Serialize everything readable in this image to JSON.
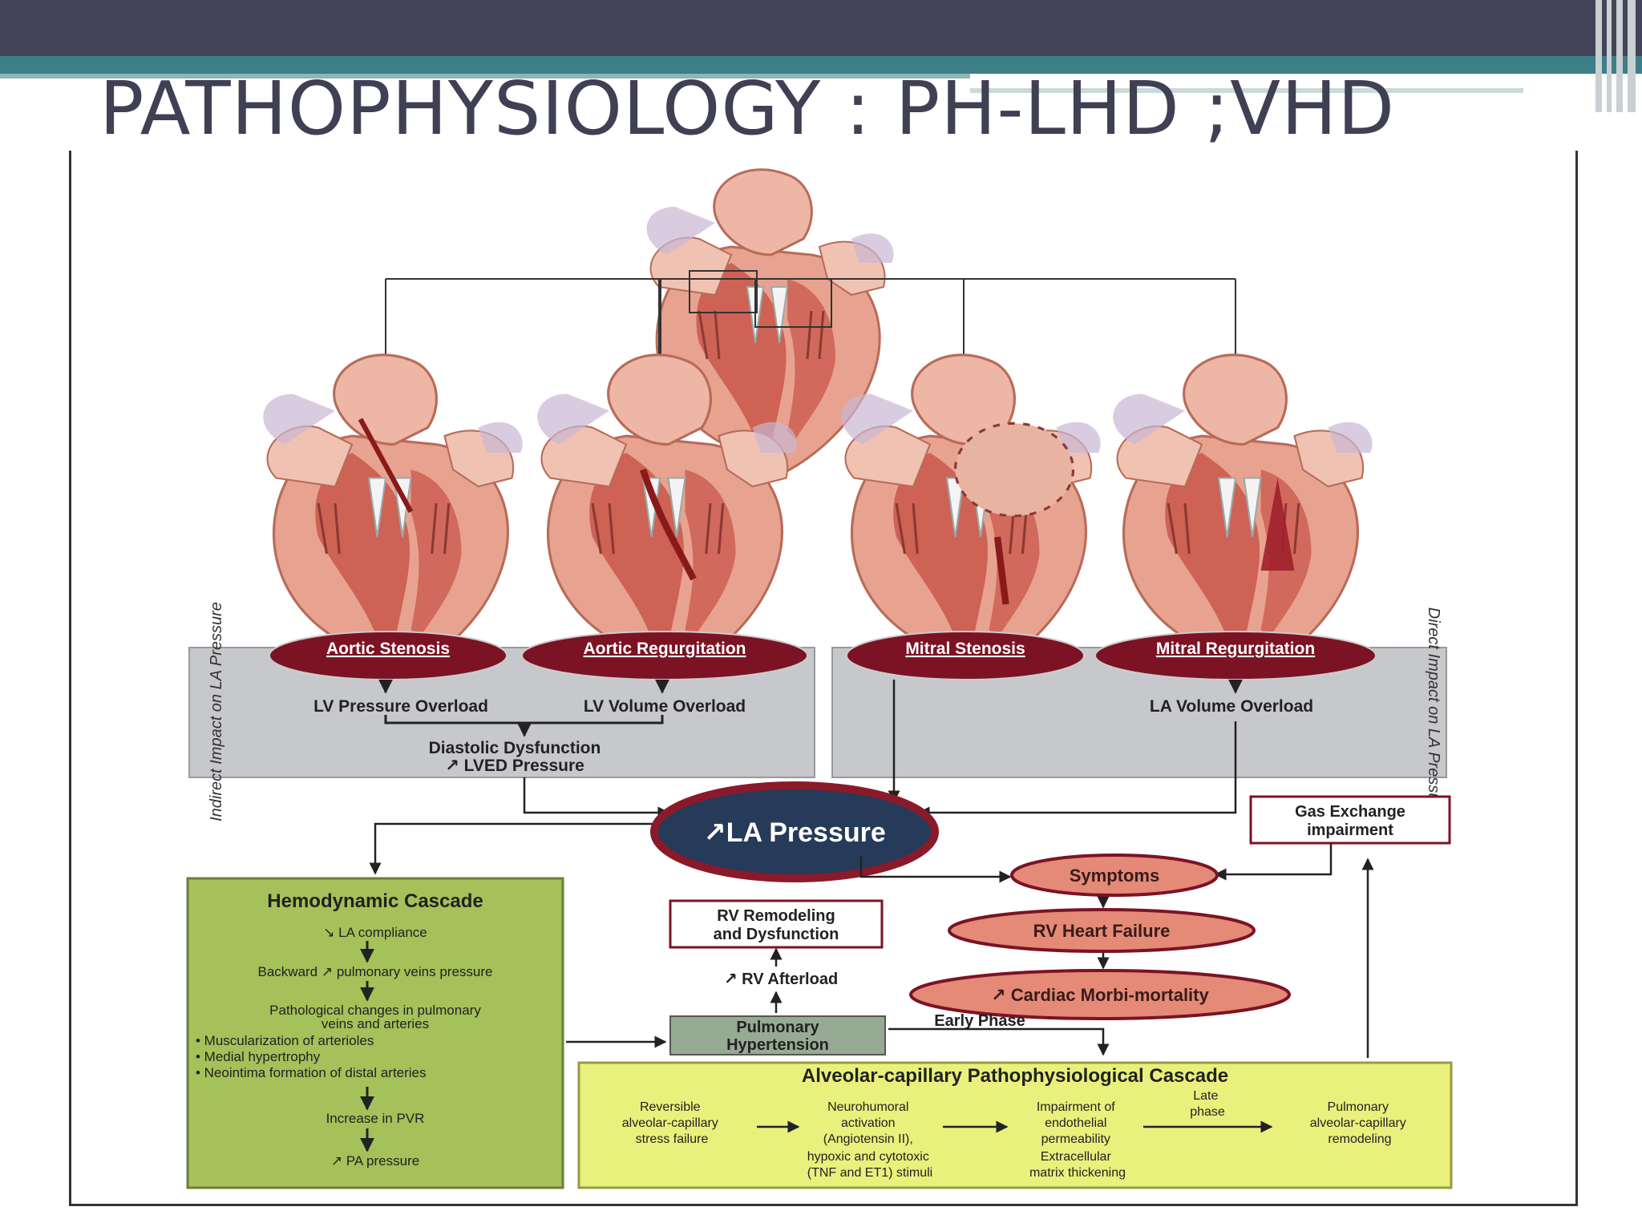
{
  "slide": {
    "title": "PATHOPHYSIOLOGY : PH-LHD ;VHD"
  },
  "colors": {
    "top_bar": "#444458",
    "teal_bar": "#3d7f86",
    "oval_dark_red": "#7b1324",
    "la_pressure_navy": "#263a5a",
    "salmon": "#e48a77",
    "green_box": "#a4c15a",
    "yellow_box": "#eaf07c",
    "gray_panel": "#c7c8cc"
  },
  "diagram": {
    "valves": {
      "aortic_stenosis": "Aortic Stenosis",
      "aortic_regurgitation": "Aortic Regurgitation",
      "mitral_stenosis": "Mitral Stenosis",
      "mitral_regurgitation": "Mitral Regurgitation"
    },
    "side_labels": {
      "indirect": "Indirect Impact on LA Pressure",
      "direct": "Direct Impact on LA Pressure"
    },
    "overload": {
      "lv_pressure": "LV Pressure Overload",
      "lv_volume": "LV Volume Overload",
      "la_volume": "LA Volume Overload"
    },
    "diastolic": {
      "line1": "Diastolic Dysfunction",
      "line2": "↗ LVED Pressure"
    },
    "la_pressure": "↗LA Pressure",
    "gas_exchange": {
      "line1": "Gas Exchange",
      "line2": "impairment"
    },
    "symptoms": "Symptoms",
    "rv_heart_failure": "RV Heart Failure",
    "cardiac_morbi": "↗ Cardiac Morbi-mortality",
    "rv_remodeling": {
      "line1": "RV Remodeling",
      "line2": "and Dysfunction"
    },
    "rv_afterload": "↗ RV Afterload",
    "pulmonary_hypertension": {
      "line1": "Pulmonary",
      "line2": "Hypertension"
    },
    "early_phase": "Early Phase",
    "hemodynamic": {
      "title": "Hemodynamic Cascade",
      "la_compliance": "↘ LA compliance",
      "backward": "Backward ↗ pulmonary veins pressure",
      "pathological_line1": "Pathological changes in pulmonary",
      "pathological_line2": "veins and arteries",
      "bullets": [
        "• Muscularization of arterioles",
        "• Medial hypertrophy",
        "• Neointima formation of distal arteries"
      ],
      "pvr": "Increase in PVR",
      "pa": "↗ PA pressure"
    },
    "alveolar": {
      "title": "Alveolar-capillary Pathophysiological  Cascade",
      "step1": [
        "Reversible",
        "alveolar-capillary",
        "stress failure"
      ],
      "step2": [
        "Neurohumoral",
        "activation",
        "(Angiotensin II),",
        "hypoxic and cytotoxic",
        "(TNF and ET1) stimuli"
      ],
      "step3": [
        "Impairment of",
        "endothelial",
        "permeability",
        "Extracellular",
        "matrix thickening"
      ],
      "late_phase": [
        "Late",
        "phase"
      ],
      "step4": [
        "Pulmonary",
        "alveolar-capillary",
        "remodeling"
      ]
    }
  }
}
